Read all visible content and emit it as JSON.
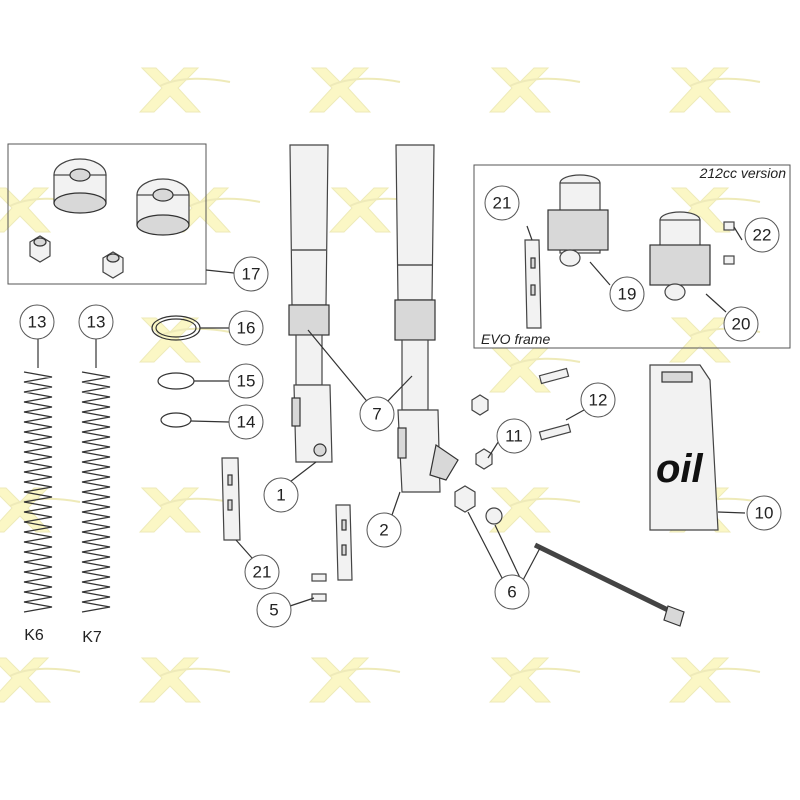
{
  "callouts": [
    {
      "id": "c1",
      "label": "1"
    },
    {
      "id": "c2",
      "label": "2"
    },
    {
      "id": "c5",
      "label": "5"
    },
    {
      "id": "c6",
      "label": "6"
    },
    {
      "id": "c7",
      "label": "7"
    },
    {
      "id": "c10",
      "label": "10"
    },
    {
      "id": "c11",
      "label": "11"
    },
    {
      "id": "c12",
      "label": "12"
    },
    {
      "id": "c13a",
      "label": "13"
    },
    {
      "id": "c13b",
      "label": "13"
    },
    {
      "id": "c14",
      "label": "14",
      "highlight": true
    },
    {
      "id": "c15",
      "label": "15"
    },
    {
      "id": "c16",
      "label": "16"
    },
    {
      "id": "c17",
      "label": "17"
    },
    {
      "id": "c19",
      "label": "19"
    },
    {
      "id": "c20",
      "label": "20"
    },
    {
      "id": "c21a",
      "label": "21"
    },
    {
      "id": "c21b",
      "label": "21"
    },
    {
      "id": "c22",
      "label": "22"
    }
  ],
  "captions": {
    "version_212cc": "212cc version",
    "evo_frame": "EVO frame",
    "oil": "oil",
    "spring_k6": "K6",
    "spring_k7": "K7"
  },
  "colors": {
    "highlight_ring": "#e02020",
    "watermark_yellow": "#f2e85a",
    "line": "#333333"
  },
  "icons": {
    "watermark": "x-motor-store-logo"
  }
}
